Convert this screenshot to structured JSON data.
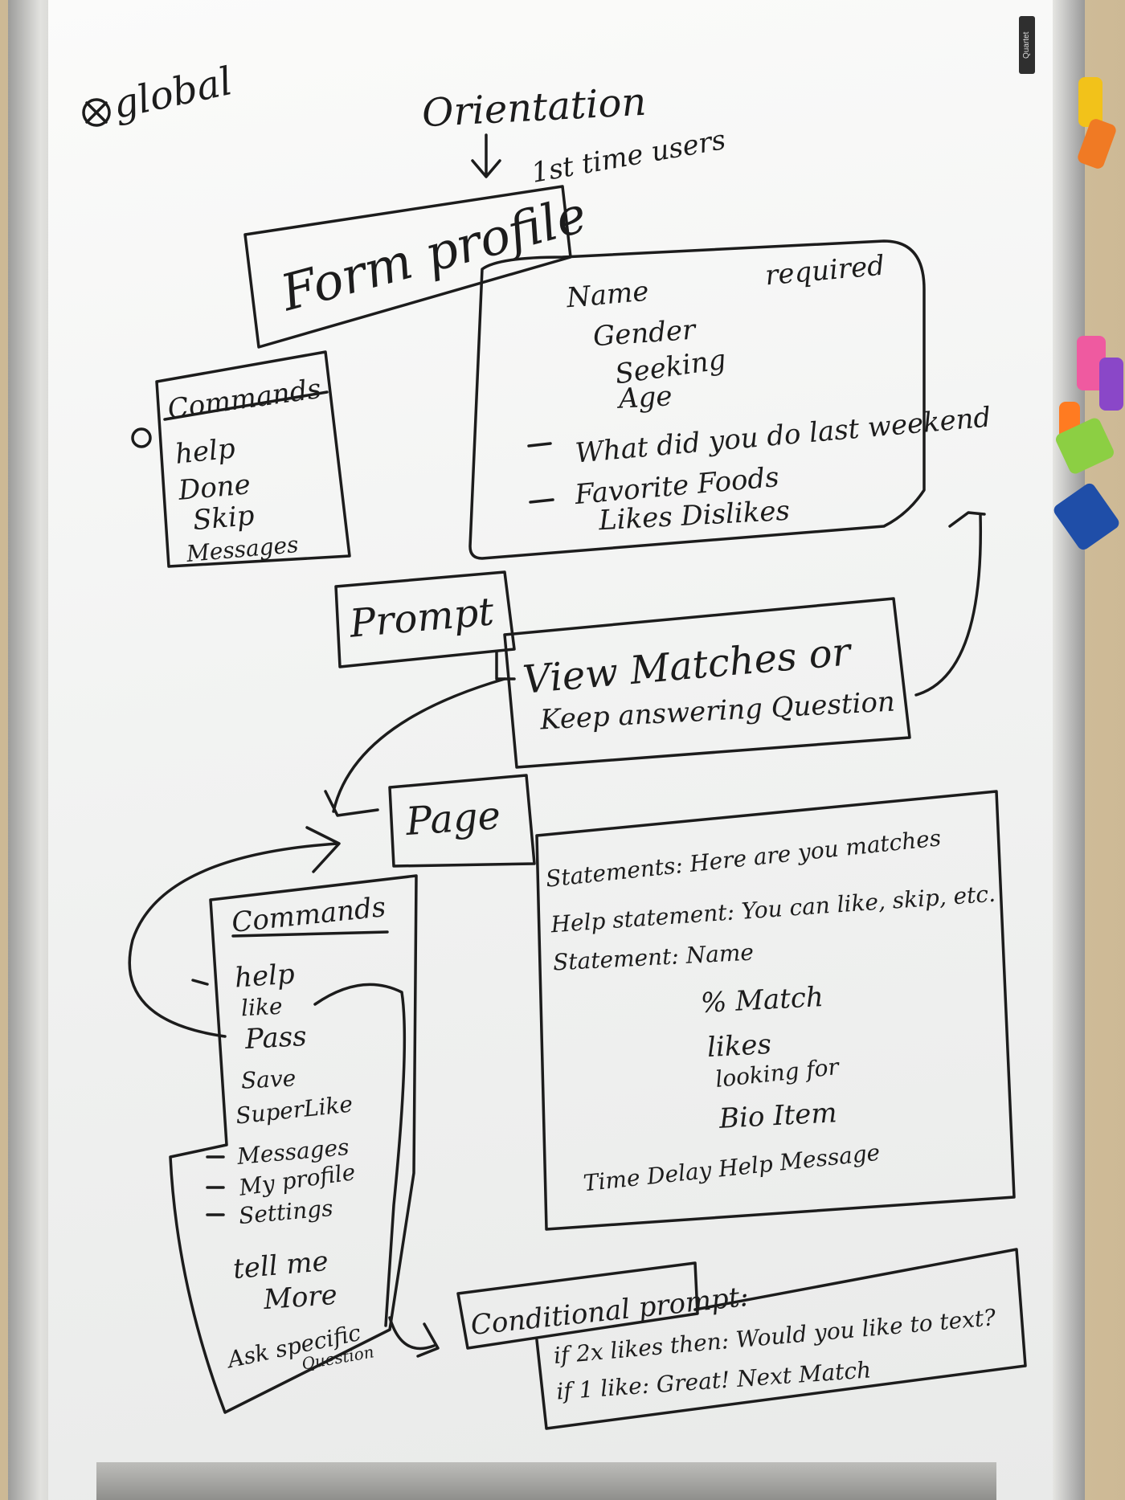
{
  "board": {
    "brand": "Quartet",
    "global_note": "global",
    "top_note": {
      "title": "Orientation",
      "sub": "1st time users"
    },
    "form_profile": {
      "title": "Form profile"
    },
    "profile_fields": {
      "label": "required",
      "items": [
        "Name",
        "Gender",
        "Seeking",
        "Age",
        "What did you do last weekend",
        "Favorite Foods",
        "Likes Dislikes"
      ]
    },
    "commands_top": {
      "title": "Commands",
      "items": [
        "help",
        "Done",
        "Skip",
        "Messages"
      ]
    },
    "prompt": {
      "title": "Prompt",
      "text_line1": "View Matches or",
      "text_line2": "Keep answering Question"
    },
    "page": {
      "title": "Page"
    },
    "statements": {
      "lines": [
        "Statements: Here are you matches",
        "Help statement: You can like, skip, etc.",
        "Statement: Name",
        "% Match",
        "likes",
        "looking for",
        "Bio Item",
        "Time Delay Help Message"
      ]
    },
    "commands_bottom": {
      "title": "Commands",
      "items": [
        "help",
        "like",
        "Pass",
        "Save",
        "SuperLike",
        "Messages",
        "My profile",
        "Settings",
        "tell me",
        "More",
        "Ask specific",
        "Question"
      ]
    },
    "conditional": {
      "title": "Conditional prompt:",
      "lines": [
        "if 2x likes then: Would you like to text?",
        "if 1 like: Great! Next Match"
      ]
    }
  },
  "colors": {
    "ink": "#1c1c1c",
    "board": "#f4f5f4",
    "frame": "#c4c4c1",
    "wall": "#d8c9a7"
  }
}
